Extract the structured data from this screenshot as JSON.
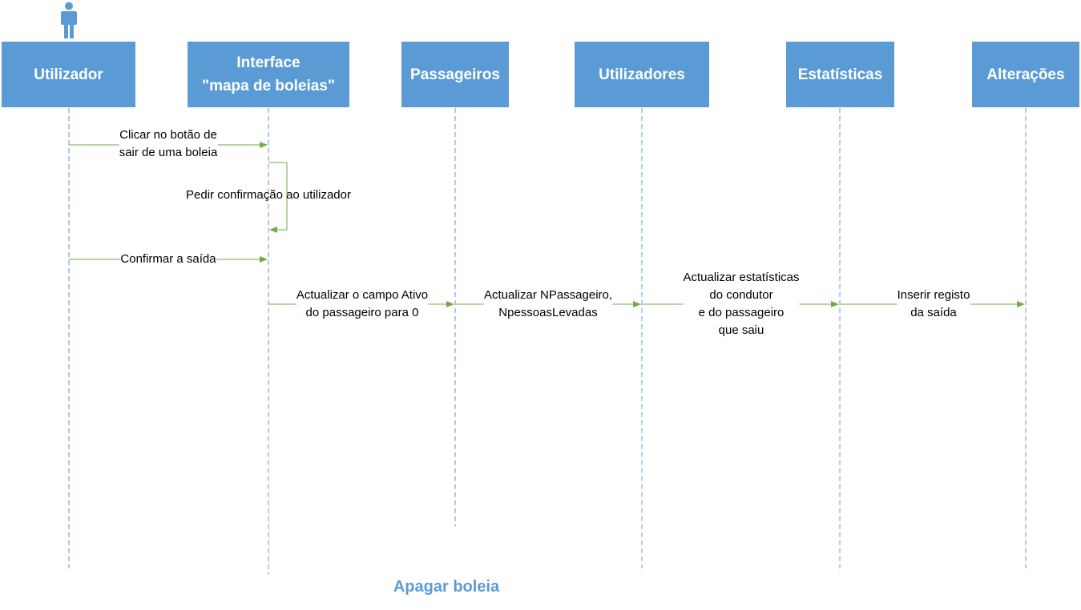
{
  "title": "Apagar boleia",
  "actor": {
    "icon": "person-icon"
  },
  "participants": [
    {
      "id": "utilizador",
      "label": "Utilizador"
    },
    {
      "id": "interface",
      "label": "Interface\n\"mapa de boleias\""
    },
    {
      "id": "passageiros",
      "label": "Passageiros"
    },
    {
      "id": "utilizadores",
      "label": "Utilizadores"
    },
    {
      "id": "estatisticas",
      "label": "Estatísticas"
    },
    {
      "id": "alteracoes",
      "label": "Alterações"
    }
  ],
  "messages": [
    {
      "from": "utilizador",
      "to": "interface",
      "label": "Clicar no botão de\nsair de uma boleia"
    },
    {
      "from": "interface",
      "to": "interface",
      "label": "Pedir confirmação ao utilizador"
    },
    {
      "from": "utilizador",
      "to": "interface",
      "label": "Confirmar a saída"
    },
    {
      "from": "interface",
      "to": "passageiros",
      "label": "Actualizar o campo Ativo\ndo passageiro para 0"
    },
    {
      "from": "passageiros",
      "to": "utilizadores",
      "label": "Actualizar NPassageiro,\nNpessoasLevadas"
    },
    {
      "from": "utilizadores",
      "to": "estatisticas",
      "label": "Actualizar estatísticas\ndo condutor\ne do passageiro\nque saiu"
    },
    {
      "from": "estatisticas",
      "to": "alteracoes",
      "label": "Inserir registo\nda saída"
    }
  ],
  "colors": {
    "box": "#5b9bd5",
    "lifeline": "#5b9bd5",
    "message": "#70ad47",
    "title": "#5b9bd5"
  }
}
